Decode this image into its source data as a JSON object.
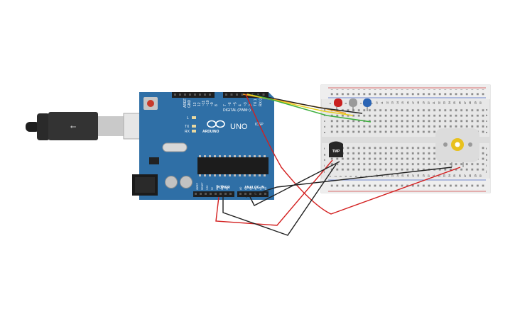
{
  "board": {
    "name": "UNO",
    "brand": "ARDUINO",
    "digital_header_label": "DIGITAL (PWM~)",
    "power_label": "POWER",
    "analog_label": "ANALOG IN",
    "icsp_label": "ICSP",
    "led_labels": [
      "L",
      "TX",
      "RX"
    ],
    "aref_label": "AREF",
    "gnd_label": "GND",
    "pin_numbers": [
      "13",
      "12",
      "~11",
      "~10",
      "~9",
      "8",
      "7",
      "~6",
      "~5",
      "4",
      "~3",
      "2",
      "TX 1",
      "RX 0"
    ],
    "power_pins": [
      "IOREF",
      "RESET",
      "3.3V",
      "5V",
      "GND",
      "GND",
      "Vin"
    ],
    "analog_pins": [
      "A0",
      "A1",
      "A2",
      "A3",
      "A4",
      "A5"
    ],
    "body_color": "#2f6fa6"
  },
  "sensor": {
    "label": "TMP"
  },
  "leds": [
    {
      "name": "red",
      "color": "#c9201f"
    },
    {
      "name": "gray",
      "color": "#9a9a9a"
    },
    {
      "name": "blue",
      "color": "#2a64b4"
    }
  ],
  "motor": {
    "gear_color": "#e8c11e",
    "body_color": "#dcdcdc"
  },
  "breadboard": {
    "column_numbers": [
      "1",
      "2",
      "3",
      "4",
      "5",
      "6",
      "7",
      "8",
      "9",
      "10",
      "11",
      "12",
      "13",
      "14",
      "15",
      "16",
      "17",
      "18",
      "19",
      "20",
      "21",
      "22",
      "23",
      "24",
      "25",
      "26",
      "27",
      "28",
      "29",
      "30"
    ],
    "row_letters": [
      "a",
      "b",
      "c",
      "d",
      "e",
      "f",
      "g",
      "h",
      "i",
      "j"
    ]
  },
  "wires": [
    {
      "name": "wire-red-5v",
      "color": "#d32020"
    },
    {
      "name": "wire-black-gnd",
      "color": "#202020"
    },
    {
      "name": "wire-orange",
      "color": "#f0a020"
    },
    {
      "name": "wire-yellow",
      "color": "#e8d020"
    },
    {
      "name": "wire-green",
      "color": "#40b040"
    }
  ]
}
